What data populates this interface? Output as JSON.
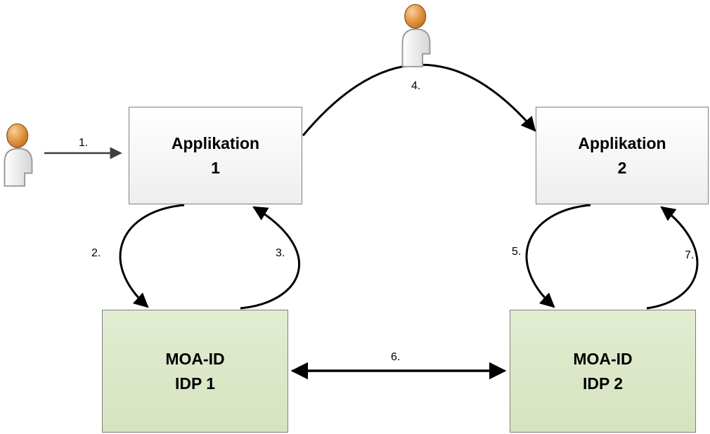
{
  "diagram": {
    "nodes": {
      "app1": {
        "line1": "Applikation",
        "line2": "1"
      },
      "app2": {
        "line1": "Applikation",
        "line2": "2"
      },
      "idp1": {
        "line1": "MOA-ID",
        "line2": "IDP 1"
      },
      "idp2": {
        "line1": "MOA-ID",
        "line2": "IDP 2"
      }
    },
    "steps": {
      "s1": "1.",
      "s2": "2.",
      "s3": "3.",
      "s4": "4.",
      "s5": "5.",
      "s6": "6.",
      "s7": "7."
    },
    "icons": {
      "person_left": "person-icon",
      "person_top": "person-icon"
    },
    "colors": {
      "app_box_fill_top": "#ffffff",
      "app_box_fill_bottom": "#eeeeee",
      "idp_box_fill_top": "#e2ecd2",
      "idp_box_fill_bottom": "#d6e3bf",
      "box_border": "#7f7f7f",
      "arrow": "#000000",
      "arrow_step1": "#3f3f3f",
      "person_head": "#e39441",
      "person_body": "#f2f2f2",
      "text": "#000000"
    }
  }
}
